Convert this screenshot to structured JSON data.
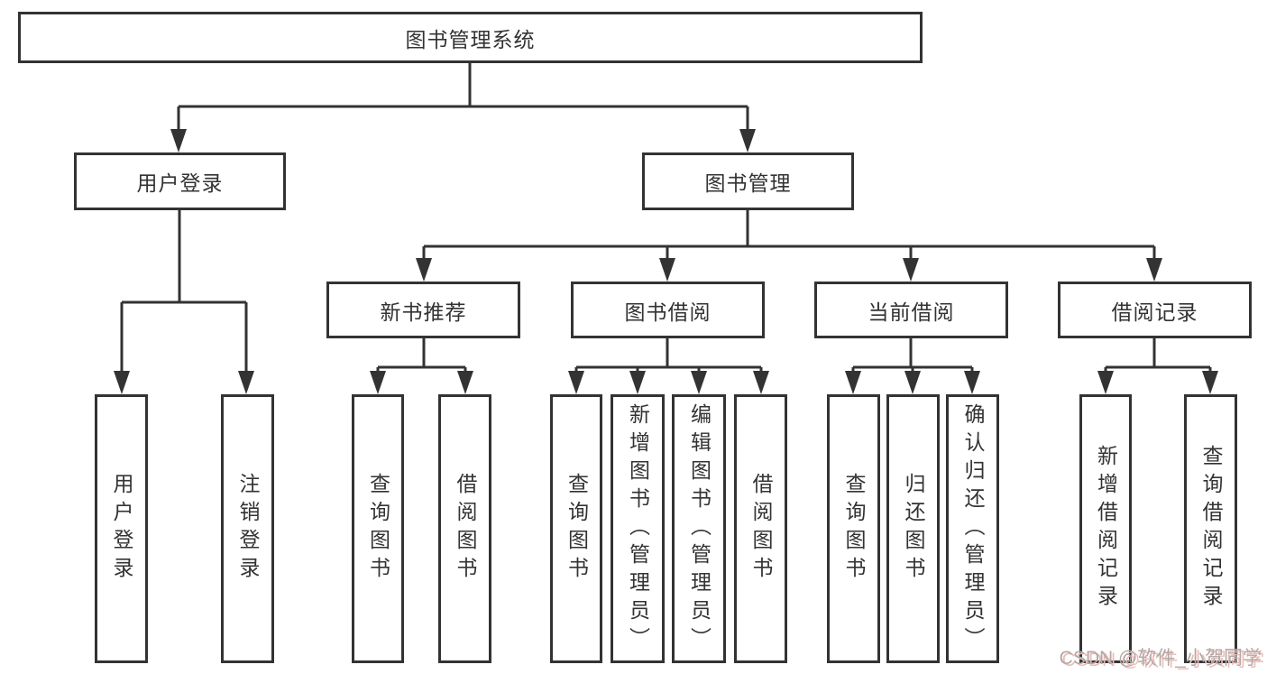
{
  "diagram": {
    "root": {
      "label": "图书管理系统"
    },
    "level2": [
      {
        "label": "用户登录"
      },
      {
        "label": "图书管理"
      }
    ],
    "level3": [
      {
        "label": "新书推荐"
      },
      {
        "label": "图书借阅"
      },
      {
        "label": "当前借阅"
      },
      {
        "label": "借阅记录"
      }
    ],
    "leaves": {
      "user_login": [
        {
          "label": "用户登录"
        },
        {
          "label": "注销登录"
        }
      ],
      "new_book_recommend": [
        {
          "label": "查询图书"
        },
        {
          "label": "借阅图书"
        }
      ],
      "book_borrow": [
        {
          "label": "查询图书"
        },
        {
          "label": "新增图书（管理员）"
        },
        {
          "label": "编辑图书（管理员）"
        },
        {
          "label": "借阅图书"
        }
      ],
      "current_borrow": [
        {
          "label": "查询图书"
        },
        {
          "label": "归还图书"
        },
        {
          "label": "确认归还（管理员）"
        }
      ],
      "borrow_record": [
        {
          "label": "新增借阅记录"
        },
        {
          "label": "查询借阅记录"
        }
      ]
    }
  },
  "watermark": {
    "text": "CSDN @软件_小贺同学"
  },
  "colors": {
    "line": "#333333",
    "text": "#333333",
    "background": "#ffffff",
    "watermark_gray": "#ababab",
    "watermark_red": "#f4b8b2"
  }
}
